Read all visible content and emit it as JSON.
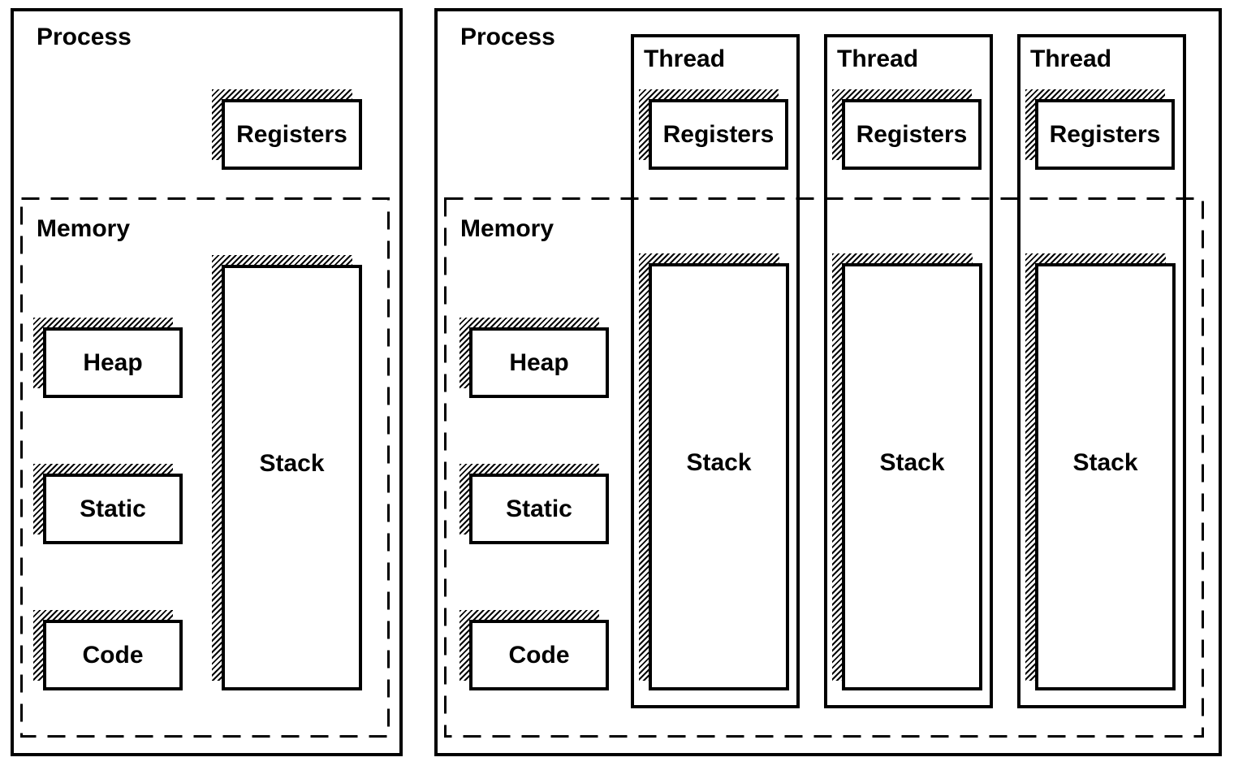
{
  "colors": {
    "ink": "#000000",
    "paper": "#ffffff"
  },
  "left_panel": {
    "title": "Process",
    "registers_label": "Registers",
    "memory": {
      "label": "Memory",
      "boxes": [
        {
          "label": "Heap"
        },
        {
          "label": "Static"
        },
        {
          "label": "Code"
        }
      ]
    },
    "stack_label": "Stack"
  },
  "right_panel": {
    "title": "Process",
    "memory": {
      "label": "Memory",
      "boxes": [
        {
          "label": "Heap"
        },
        {
          "label": "Static"
        },
        {
          "label": "Code"
        }
      ]
    },
    "threads": [
      {
        "title": "Thread",
        "registers_label": "Registers",
        "stack_label": "Stack"
      },
      {
        "title": "Thread",
        "registers_label": "Registers",
        "stack_label": "Stack"
      },
      {
        "title": "Thread",
        "registers_label": "Registers",
        "stack_label": "Stack"
      }
    ]
  }
}
